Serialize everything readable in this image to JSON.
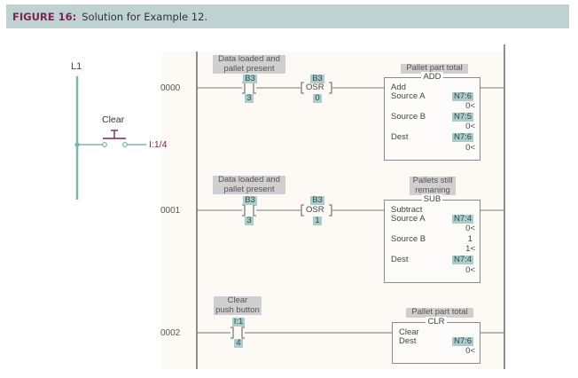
{
  "header": {
    "figure_label": "FIGURE 16:",
    "caption": "Solution for Example 12."
  },
  "wiring": {
    "rail_label": "L1",
    "pushbutton_label": "Clear",
    "input_address": "I:1/4"
  },
  "colors": {
    "header_bg": "#bfd2d2",
    "figure_label": "#7a2650",
    "rail": "#7fb3ad",
    "address_highlight": "#a9cccc",
    "description_highlight": "#cfcfcf"
  },
  "rungs": [
    {
      "number": "0000",
      "contact": {
        "description": "Data loaded and\npallet present",
        "desc_line1": "Data loaded and",
        "desc_line2": "pallet present",
        "file": "B3",
        "bit": "3",
        "type": "XIC"
      },
      "osr": {
        "file": "B3",
        "label": "OSR",
        "bit": "0"
      },
      "output": {
        "description": "Pallet part total",
        "instruction": "ADD",
        "name": "Add",
        "params": [
          {
            "label": "Source A",
            "address": "N7:6",
            "value": "0<"
          },
          {
            "label": "Source B",
            "address": "N7:5",
            "value": "0<"
          },
          {
            "label": "Dest",
            "address": "N7:6",
            "value": "0<"
          }
        ]
      }
    },
    {
      "number": "0001",
      "contact": {
        "desc_line1": "Data loaded and",
        "desc_line2": "pallet present",
        "file": "B3",
        "bit": "3",
        "type": "XIC"
      },
      "osr": {
        "file": "B3",
        "label": "OSR",
        "bit": "1"
      },
      "output": {
        "desc_line1": "Pallets still",
        "desc_line2": "remaning",
        "instruction": "SUB",
        "name": "Subtract",
        "params": [
          {
            "label": "Source A",
            "address": "N7:4",
            "value": "0<"
          },
          {
            "label": "Source B",
            "address": "1",
            "value": "1<"
          },
          {
            "label": "Dest",
            "address": "N7:4",
            "value": "0<"
          }
        ]
      }
    },
    {
      "number": "0002",
      "contact": {
        "desc_line1": "Clear",
        "desc_line2": "push button",
        "file": "I:1",
        "bit": "4",
        "type": "XIC"
      },
      "output": {
        "description": "Pallet part total",
        "instruction": "CLR",
        "name": "Clear",
        "params": [
          {
            "label": "Dest",
            "address": "N7:6",
            "value": "0<"
          }
        ]
      }
    }
  ]
}
